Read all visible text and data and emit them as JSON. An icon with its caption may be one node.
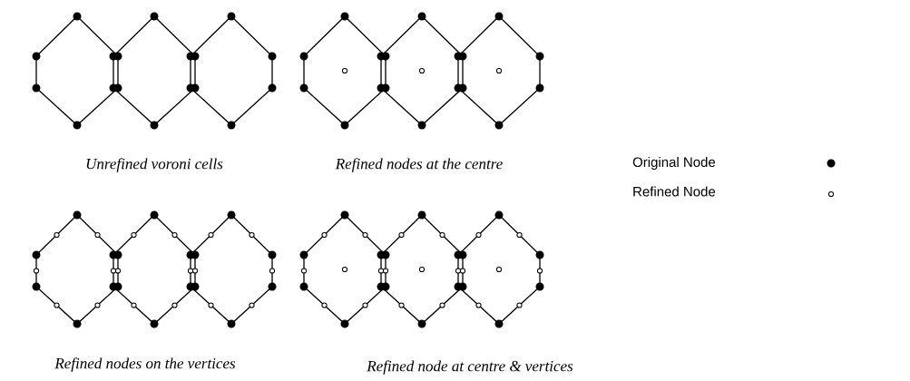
{
  "diagram": {
    "labels": [
      "Unrefined voroni cells",
      "Refined nodes at the centre",
      "Refined nodes on the vertices",
      "Refined node at centre & vertices"
    ],
    "legend": [
      {
        "text": "Original Node"
      },
      {
        "text": "Refined Node"
      }
    ]
  }
}
